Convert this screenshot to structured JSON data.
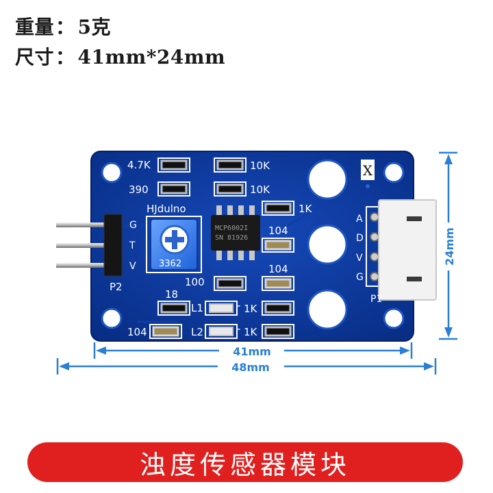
{
  "specs": {
    "weight": {
      "label": "重量",
      "value": "5克"
    },
    "size": {
      "label": "尺寸",
      "value": "41mm*24mm"
    }
  },
  "board": {
    "model_label": "HJdulno",
    "pot_label": "3362",
    "marking_x": "X",
    "header_left": {
      "name": "P2",
      "pins": [
        "G",
        "T",
        "V"
      ]
    },
    "header_right": {
      "name": "P1",
      "pins": [
        "A",
        "D",
        "V",
        "G"
      ]
    },
    "component_labels": [
      "4.7K",
      "10K",
      "390",
      "10K",
      "1K",
      "104",
      "104",
      "100",
      "18",
      "L1",
      "1K",
      "L2",
      "1K",
      "104"
    ],
    "chip_marking": [
      "MCP6002I",
      "SN 81926"
    ]
  },
  "dimensions": {
    "width_inner": "41mm",
    "width_outer": "48mm",
    "height": "24mm"
  },
  "banner": {
    "title": "浊度传感器模块"
  },
  "colors": {
    "pcb": "#0a3a9e",
    "dimension_lines": "#2a7fd4",
    "banner": "#e0201f",
    "connector": "#f2f2f2"
  }
}
